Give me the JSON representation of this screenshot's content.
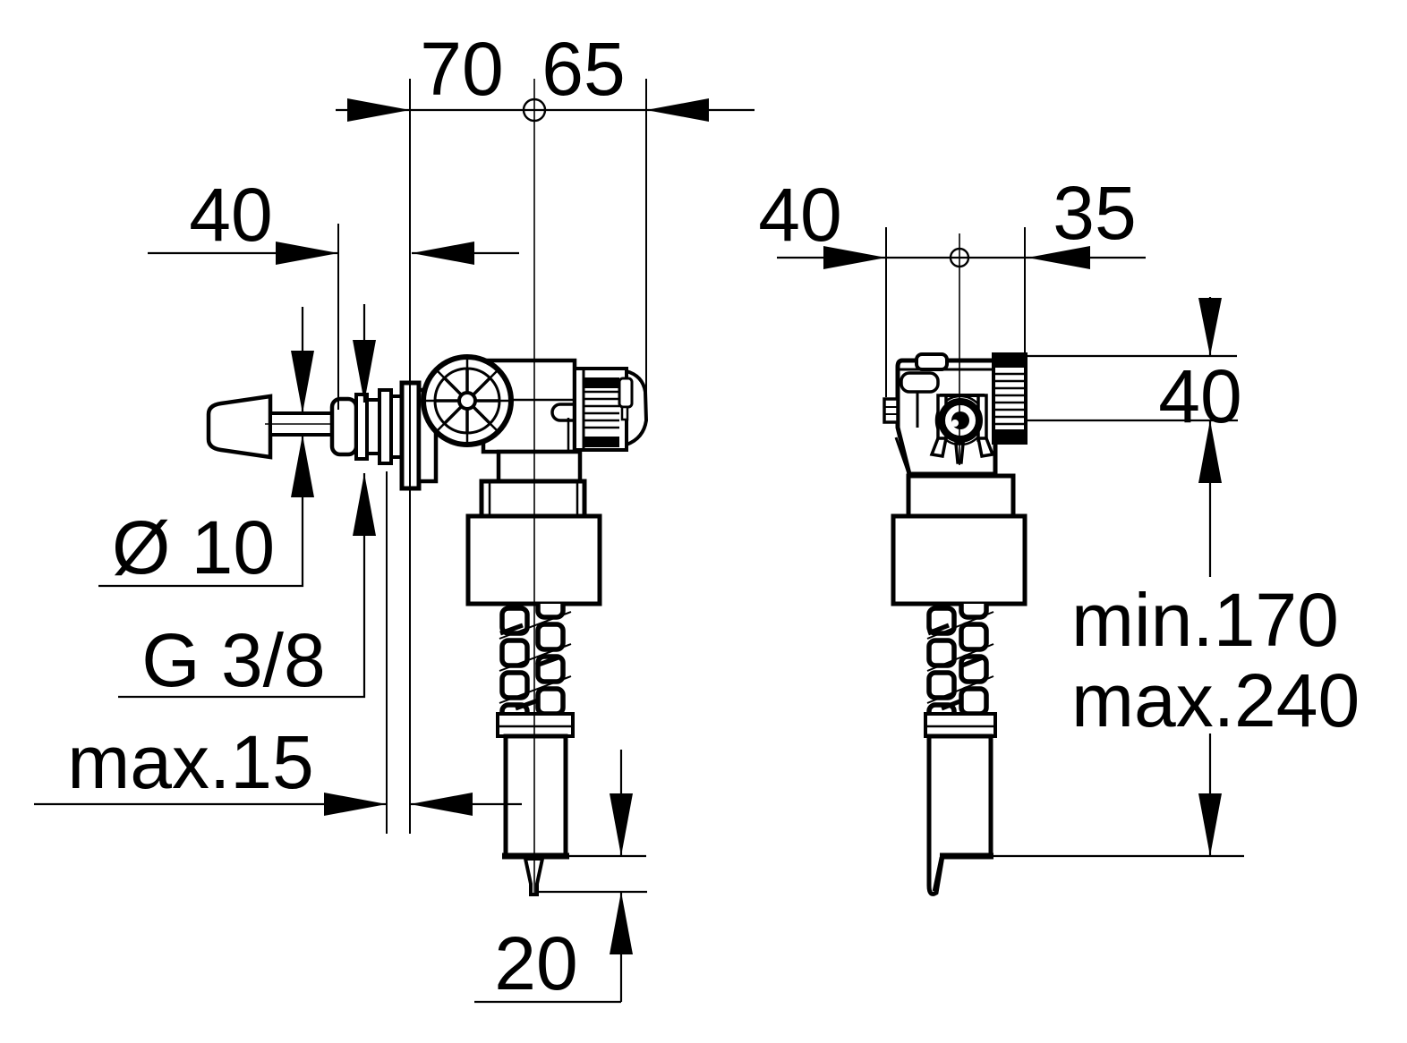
{
  "colors": {
    "line": "#000000",
    "background": "#ffffff"
  },
  "side_view": {
    "dim_70": "70",
    "dim_65": "65",
    "dim_40": "40",
    "dim_rod_diameter": "Ø 10",
    "dim_thread": "G 3/8",
    "dim_wall_max": "max.15",
    "dim_spout": "20"
  },
  "front_view": {
    "dim_40": "40",
    "dim_35": "35",
    "dim_height_40": "40",
    "dim_hose_min": "min.170",
    "dim_hose_max": "max.240"
  }
}
